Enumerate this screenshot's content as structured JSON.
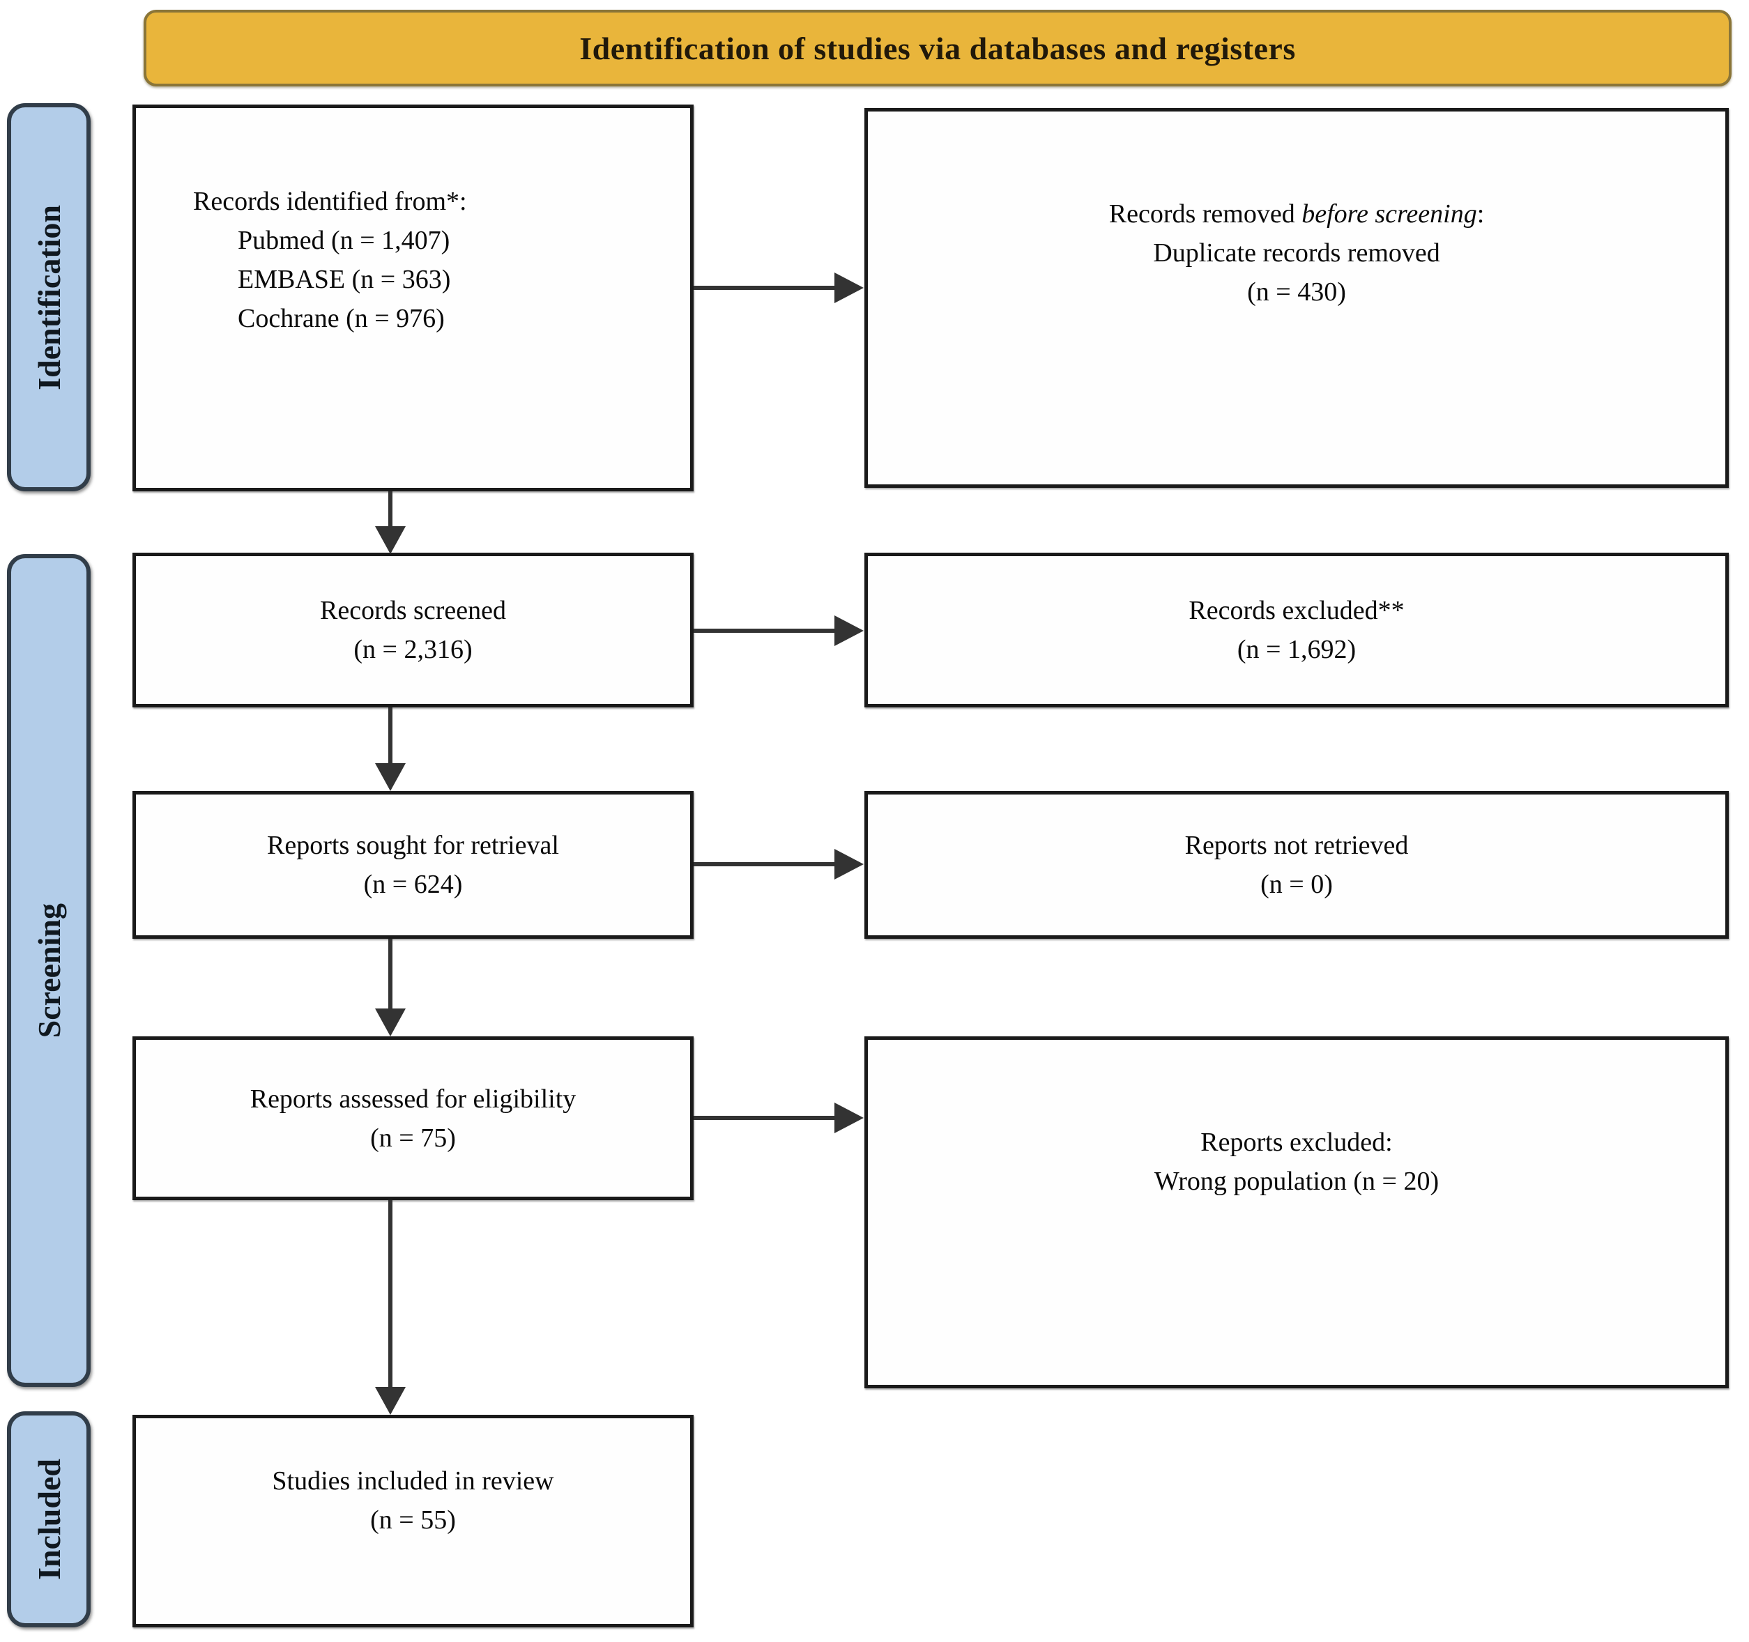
{
  "banner": {
    "label": "Identification of studies via databases and registers"
  },
  "stages": [
    {
      "label": "Identification"
    },
    {
      "label": "Screening"
    },
    {
      "label": "Included"
    }
  ],
  "boxes": {
    "identified": {
      "title": "Records identified from*:",
      "sources": [
        "Pubmed (n = 1,407)",
        "EMBASE (n = 363)",
        "Cochrane (n = 976)"
      ]
    },
    "removed_before_screening": {
      "line1_prefix": "Records removed ",
      "line1_italic": "before screening",
      "line1_suffix": ":",
      "line2": "Duplicate records removed",
      "line3": "(n = 430)"
    },
    "screened": {
      "line1": "Records screened",
      "line2": "(n = 2,316)"
    },
    "records_excluded": {
      "line1": "Records excluded**",
      "line2": "(n = 1,692)"
    },
    "sought": {
      "line1": "Reports sought for retrieval",
      "line2": "(n = 624)"
    },
    "not_retrieved": {
      "line1": "Reports not retrieved",
      "line2": "(n = 0)"
    },
    "assessed": {
      "line1": "Reports assessed for eligibility",
      "line2": "(n = 75)"
    },
    "reports_excluded": {
      "line1": "Reports excluded:",
      "line2": "Wrong population (n = 20)"
    },
    "included_in_review": {
      "line1": "Studies included in review",
      "line2": "(n = 55)"
    }
  },
  "colors": {
    "banner_fill": "#e9b53b",
    "banner_border": "#8a7538",
    "banner_text": "#21190a",
    "stage_fill": "#b3cde9",
    "stage_border": "#313d49",
    "box_border": "#1a1a1a",
    "box_fill": "#fefefe",
    "arrow": "#333333",
    "text": "#0a0a0a"
  }
}
